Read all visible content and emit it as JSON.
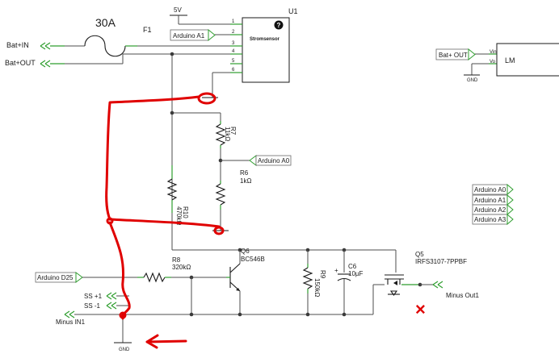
{
  "components": {
    "fuse": {
      "rating": "30A",
      "ref": "F1"
    },
    "u1": {
      "ref": "U1",
      "name": "Stromsensor",
      "help": "?",
      "pins": [
        "1",
        "2",
        "3",
        "4",
        "5",
        "6"
      ]
    },
    "r7": {
      "ref": "R7",
      "value": "11kΩ"
    },
    "r6": {
      "ref": "R6",
      "value": "1kΩ"
    },
    "r10": {
      "ref": "R10",
      "value": "470kΩ"
    },
    "r8": {
      "ref": "R8",
      "value": "320kΩ"
    },
    "r9": {
      "ref": "R9",
      "value": "150kΩ"
    },
    "q6": {
      "ref": "Q6",
      "part": "BC546B"
    },
    "c6": {
      "ref": "C6",
      "value": "10µF"
    },
    "q5": {
      "ref": "Q5",
      "part": "IRFS3107-7PPBF"
    },
    "lm": {
      "ref": "LM",
      "pin1": "Vin",
      "pin2": "Vo"
    }
  },
  "nets": {
    "v5": "5V",
    "bat_in": "Bat+IN",
    "bat_out": "Bat+OUT",
    "arduino_a1_u1": "Arduino A1",
    "arduino_a0_div": "Arduino A0",
    "bat_out_lm": "Bat+ OUT",
    "gnd_lm": "GND",
    "gnd_main": "GND",
    "arduino_d25": "Arduino D25",
    "ss_plus": "SS +1",
    "ss_minus": "SS -1",
    "minus_in": "Minus IN1",
    "minus_out": "Minus Out1",
    "arduino_list": [
      "Arduino A0",
      "Arduino A1",
      "Arduino A2",
      "Arduino A3"
    ]
  },
  "markup": {
    "cross": "×"
  }
}
